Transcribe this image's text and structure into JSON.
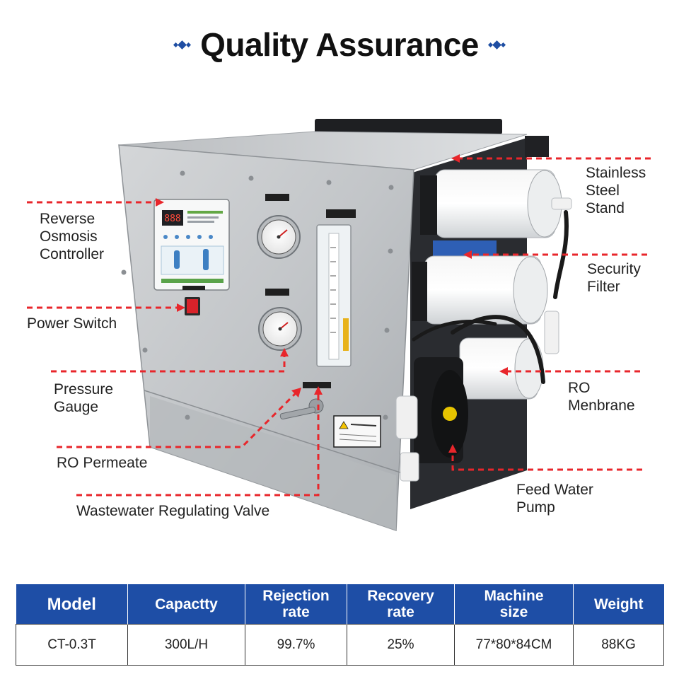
{
  "heading": {
    "title": "Quality Assurance"
  },
  "callouts": {
    "controller": "Reverse\nOsmosis\nController",
    "power_switch": "Power Switch",
    "pressure_gauge": "Pressure\nGauge",
    "ro_permeate": "RO Permeate",
    "wastewater_valve": "Wastewater Regulating Valve",
    "stainless_stand": "Stainless\nSteel\nStand",
    "security_filter": "Security\nFilter",
    "ro_membrane": "RO\nMenbrane",
    "feed_pump": "Feed Water\nPump"
  },
  "panel": {
    "display_digits": "888"
  },
  "colors": {
    "accent": "#1e4ea6",
    "callout_line": "#e8262b"
  },
  "table": {
    "headers": [
      "Model",
      "Capactty",
      "Rejection\nrate",
      "Recovery\nrate",
      "Machine\nsize",
      "Weight"
    ],
    "row": [
      "CT-0.3T",
      "300L/H",
      "99.7%",
      "25%",
      "77*80*84CM",
      "88KG"
    ]
  }
}
